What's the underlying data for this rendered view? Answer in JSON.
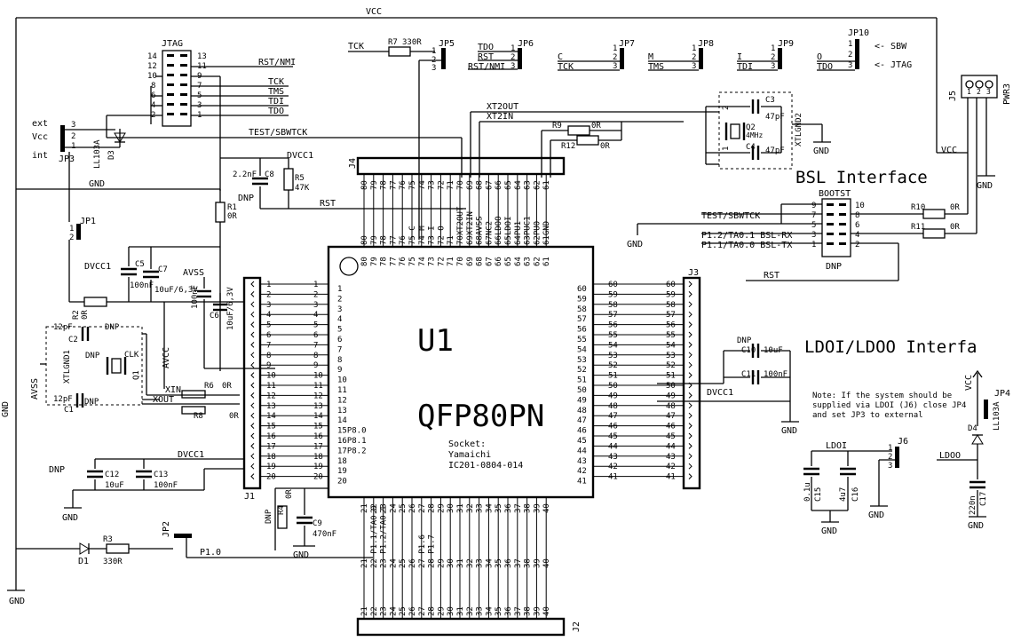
{
  "nets": {
    "vcc_top": "VCC",
    "vcc_right": "VCC",
    "gnd_left": "GND",
    "gnd_mid": "GND",
    "gnd_bottom": "GND",
    "rst_nmi": "RST/NMI",
    "tck": "TCK",
    "tms": "TMS",
    "tdi": "TDI",
    "tdo": "TDO",
    "test_sbwtck": "TEST/SBWTCK",
    "rst": "RST",
    "xt2out": "XT2OUT",
    "xt2in": "XT2IN",
    "dvcc1_a": "DVCC1",
    "dvcc1_b": "DVCC1",
    "dvcc1_c": "DVCC1",
    "dvcc1_d": "DVCC1",
    "avss": "AVSS",
    "avss2": "AVSS",
    "avcc": "AVCC",
    "xin": "XIN",
    "xout": "XOUT",
    "p1_0": "P1.0",
    "ldoi": "LDOI",
    "ldoo": "LDOO"
  },
  "titles": {
    "bsl": "BSL Interface",
    "ldo": "LDOI/LDOO Interfa"
  },
  "components": {
    "jtag": "JTAG",
    "jp1": "JP1",
    "jp2": "JP2",
    "jp3": "JP3",
    "jp5": "JP5",
    "jp6": "JP6",
    "jp7": "JP7",
    "jp8": "JP8",
    "jp9": "JP9",
    "jp10": "JP10",
    "j1": "J1",
    "j2": "J2",
    "j3": "J3",
    "j4": "J4",
    "j5": "J5",
    "j6": "J6",
    "pwr3": "PWR3",
    "bootst": "BOOTST",
    "d1": "D1",
    "d3": "D3",
    "ll103a": "LL103A",
    "q1": "Q1",
    "q2": "Q2",
    "q2_freq": "4MHz",
    "xtlgnd1": "XTLGND1",
    "xtlgnd2": "XTLGND2",
    "clk": "CLK",
    "u1": "U1",
    "package": "QFP80PN",
    "socket": "Socket:",
    "socket_vendor": "Yamaichi",
    "socket_part": "IC201-0804-014"
  },
  "parts": {
    "r1": "R1",
    "r1v": "0R",
    "r2": "R2",
    "r2v": "0R",
    "r3": "R3",
    "r3v": "330R",
    "r4": "R4",
    "r4v": "0R",
    "r5": "R5",
    "r5v": "47K",
    "r6": "R6",
    "r6v": "0R",
    "r7": "R7",
    "r7v": "330R",
    "r8": "R8",
    "r8v": "0R",
    "r9": "R9",
    "r9v": "0R",
    "r10": "R10",
    "r10v": "0R",
    "r11": "R11",
    "r11v": "0R",
    "r12": "R12",
    "r12v": "0R",
    "c1": "C1",
    "c1v": "12pF",
    "c2": "C2",
    "c2v": "12pF",
    "c3": "C3",
    "c3v": "47pF",
    "c4": "C4",
    "c4v": "47pF",
    "c5": "C5",
    "c5v": "100nF",
    "c6": "C6",
    "c6v": "10uF/6,3V",
    "c7": "C7",
    "c7v": "10uF/6,3V",
    "c8": "C8",
    "c8v": "2.2nF",
    "c9": "C9",
    "c9v": "470nF",
    "c10": "C10",
    "c10v": "10uF",
    "c11": "C11",
    "c11v": "100nF",
    "c12": "C12",
    "c12v": "10uF",
    "c13": "C13",
    "c13v": "100nF",
    "c14v": "100nF",
    "c15": "C15",
    "c15v": "0.1u",
    "c16": "C16",
    "c16v": "4u7",
    "c17": "C17",
    "c17v": "220n",
    "dnp": "DNP",
    "ext": "ext",
    "vcc_small": "Vcc",
    "int": "int"
  },
  "jumper_labels": {
    "jp6_a": "TDO",
    "jp6_b": "RST",
    "jp6_c": "RST/NMI",
    "jp7_a": "C",
    "jp7_b": "TCK",
    "jp8_a": "M",
    "jp8_b": "TMS",
    "jp9_a": "I",
    "jp9_b": "TDI",
    "jp10_a": "O",
    "jp10_b": "TDO",
    "sbw": "<- SBW",
    "jtagarrow": "<- JTAG",
    "bsl_rx": "P1.2/TA0.1  BSL-RX",
    "bsl_tx": "P1.1/TA0.0  BSL-TX",
    "bsl_test": "TEST/SBWTCK",
    "bsl_rst": "RST",
    "bsl_gnd": "GND"
  },
  "note": [
    "Note: If the system should be",
    "supplied via LDOI (J6) close JP4",
    "and set JP3 to external"
  ],
  "jp4": "JP4",
  "d4": "D4",
  "ll103a_b": "LL103A",
  "vcc_ldo": "VCC",
  "top_pin_names": [
    "80",
    "79",
    "78",
    "77",
    "76",
    "75 C",
    "74 M",
    "73 I",
    "72 O",
    "71",
    "70XT2OUT",
    "69XT2IN",
    "68AVSS",
    "67NC2",
    "66LDOO",
    "65LDOI",
    "64PU1",
    "63PUC1",
    "62PU0",
    "61GND"
  ],
  "bottom_pin_names": [
    "21",
    "22 P1.1/TA0.0",
    "23 P1.2/TA0.1",
    "24",
    "25",
    "26",
    "27 P1.6",
    "28 P1.7",
    "29",
    "30",
    "31",
    "32",
    "33",
    "34",
    "35",
    "36",
    "37",
    "38",
    "39",
    "40"
  ],
  "left_pin_names": [
    "1",
    "2",
    "3",
    "4",
    "5",
    "6",
    "7",
    "8",
    "9",
    "10",
    "11",
    "12",
    "13",
    "14",
    "15P8.0",
    "16P8.1",
    "17P8.2",
    "18",
    "19",
    "20"
  ]
}
